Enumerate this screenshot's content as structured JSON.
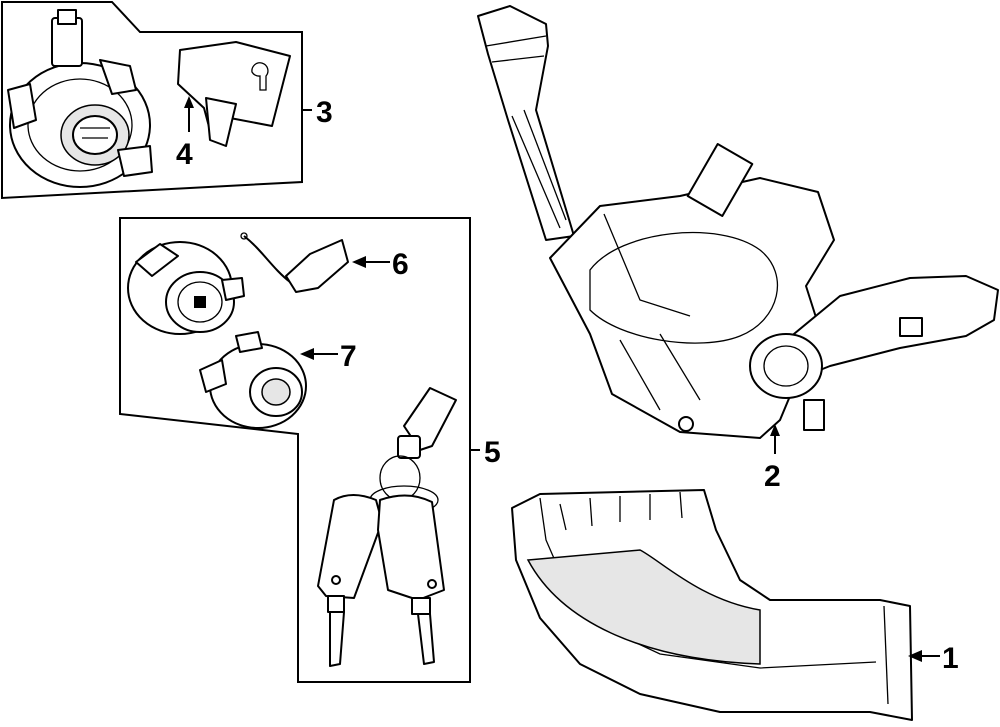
{
  "diagram": {
    "callouts": [
      {
        "id": "1",
        "label": "1"
      },
      {
        "id": "2",
        "label": "2"
      },
      {
        "id": "3",
        "label": "3"
      },
      {
        "id": "4",
        "label": "4"
      },
      {
        "id": "5",
        "label": "5"
      },
      {
        "id": "6",
        "label": "6"
      },
      {
        "id": "7",
        "label": "7"
      }
    ],
    "parts": [
      "combination-switch",
      "column-shroud",
      "ignition-lock-housing",
      "bracket",
      "ignition-lock-cylinder",
      "key-set",
      "transponder-ring"
    ]
  }
}
